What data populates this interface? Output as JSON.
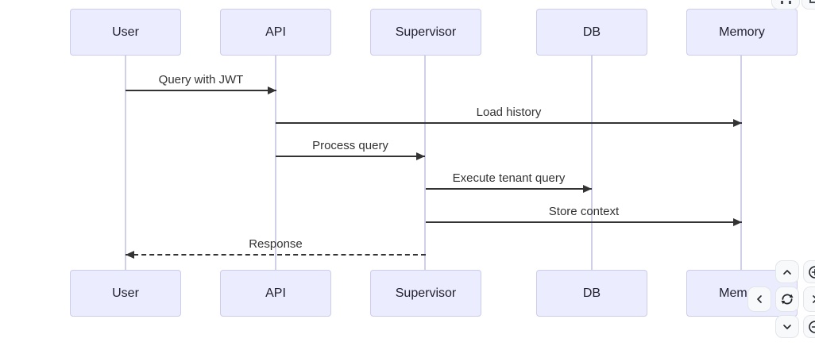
{
  "diagram": {
    "type": "sequence-diagram",
    "actors": [
      {
        "label": "User"
      },
      {
        "label": "API"
      },
      {
        "label": "Supervisor"
      },
      {
        "label": "DB"
      },
      {
        "label": "Memory"
      }
    ],
    "messages": [
      {
        "from": "User",
        "to": "API",
        "label": "Query with JWT",
        "line": "solid",
        "direction": "right"
      },
      {
        "from": "API",
        "to": "Memory",
        "label": "Load history",
        "line": "solid",
        "direction": "right"
      },
      {
        "from": "API",
        "to": "Supervisor",
        "label": "Process query",
        "line": "solid",
        "direction": "right"
      },
      {
        "from": "Supervisor",
        "to": "DB",
        "label": "Execute tenant query",
        "line": "solid",
        "direction": "right"
      },
      {
        "from": "Supervisor",
        "to": "Memory",
        "label": "Store context",
        "line": "solid",
        "direction": "right"
      },
      {
        "from": "Supervisor",
        "to": "User",
        "label": "Response",
        "line": "dashed",
        "direction": "left"
      }
    ],
    "colors": {
      "actor_fill": "#ececff",
      "actor_border": "#ccccec",
      "lifeline": "#cfcfe9",
      "arrow": "#333333",
      "text": "#333333"
    }
  },
  "controls": {
    "pan_zoom_pad": {
      "buttons": [
        {
          "icon": "chevron-up-icon",
          "action": "pan-up"
        },
        {
          "icon": "refresh-icon",
          "action": "reset-view"
        },
        {
          "icon": "chevron-down-icon",
          "action": "pan-down"
        },
        {
          "icon": "chevron-left-icon",
          "action": "pan-left"
        },
        {
          "icon": "chevron-right-icon",
          "action": "pan-right"
        },
        {
          "icon": "plus-circle-icon",
          "action": "zoom-in"
        },
        {
          "icon": "minus-circle-icon",
          "action": "zoom-out"
        }
      ],
      "button_bg": "#f8f9fb",
      "icon_color": "#212529"
    },
    "top_toolbar_partial": {
      "buttons": [
        {
          "icon": "partial-glyph-icon"
        },
        {
          "icon": "partial-square-icon"
        }
      ]
    }
  }
}
